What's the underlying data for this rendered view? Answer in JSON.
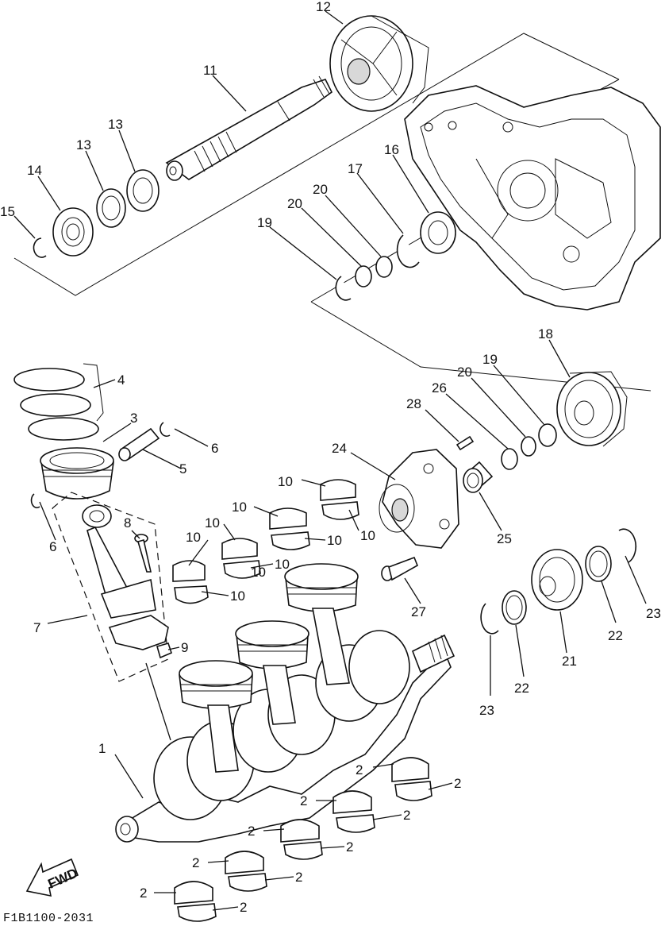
{
  "diagram_code": "F1B1100-2031",
  "fwd_label": "FWD",
  "labels": {
    "p1": "1",
    "p2a": "2",
    "p2b": "2",
    "p2c": "2",
    "p2d": "2",
    "p2e": "2",
    "p2f": "2",
    "p2g": "2",
    "p2h": "2",
    "p2i": "2",
    "p2j": "2",
    "p3": "3",
    "p4": "4",
    "p5": "5",
    "p6a": "6",
    "p6b": "6",
    "p7": "7",
    "p8": "8",
    "p9": "9",
    "p10a": "10",
    "p10b": "10",
    "p10c": "10",
    "p10d": "10",
    "p10e": "10",
    "p10f": "10",
    "p10g": "10",
    "p10h": "10",
    "p10i": "10",
    "p11": "11",
    "p12": "12",
    "p13a": "13",
    "p13b": "13",
    "p14": "14",
    "p15": "15",
    "p16": "16",
    "p17": "17",
    "p18": "18",
    "p19a": "19",
    "p19b": "19",
    "p20a": "20",
    "p20b": "20",
    "p20c": "20",
    "p21": "21",
    "p22a": "22",
    "p22b": "22",
    "p23a": "23",
    "p23b": "23",
    "p24": "24",
    "p25": "25",
    "p26": "26",
    "p27": "27",
    "p28": "28"
  }
}
